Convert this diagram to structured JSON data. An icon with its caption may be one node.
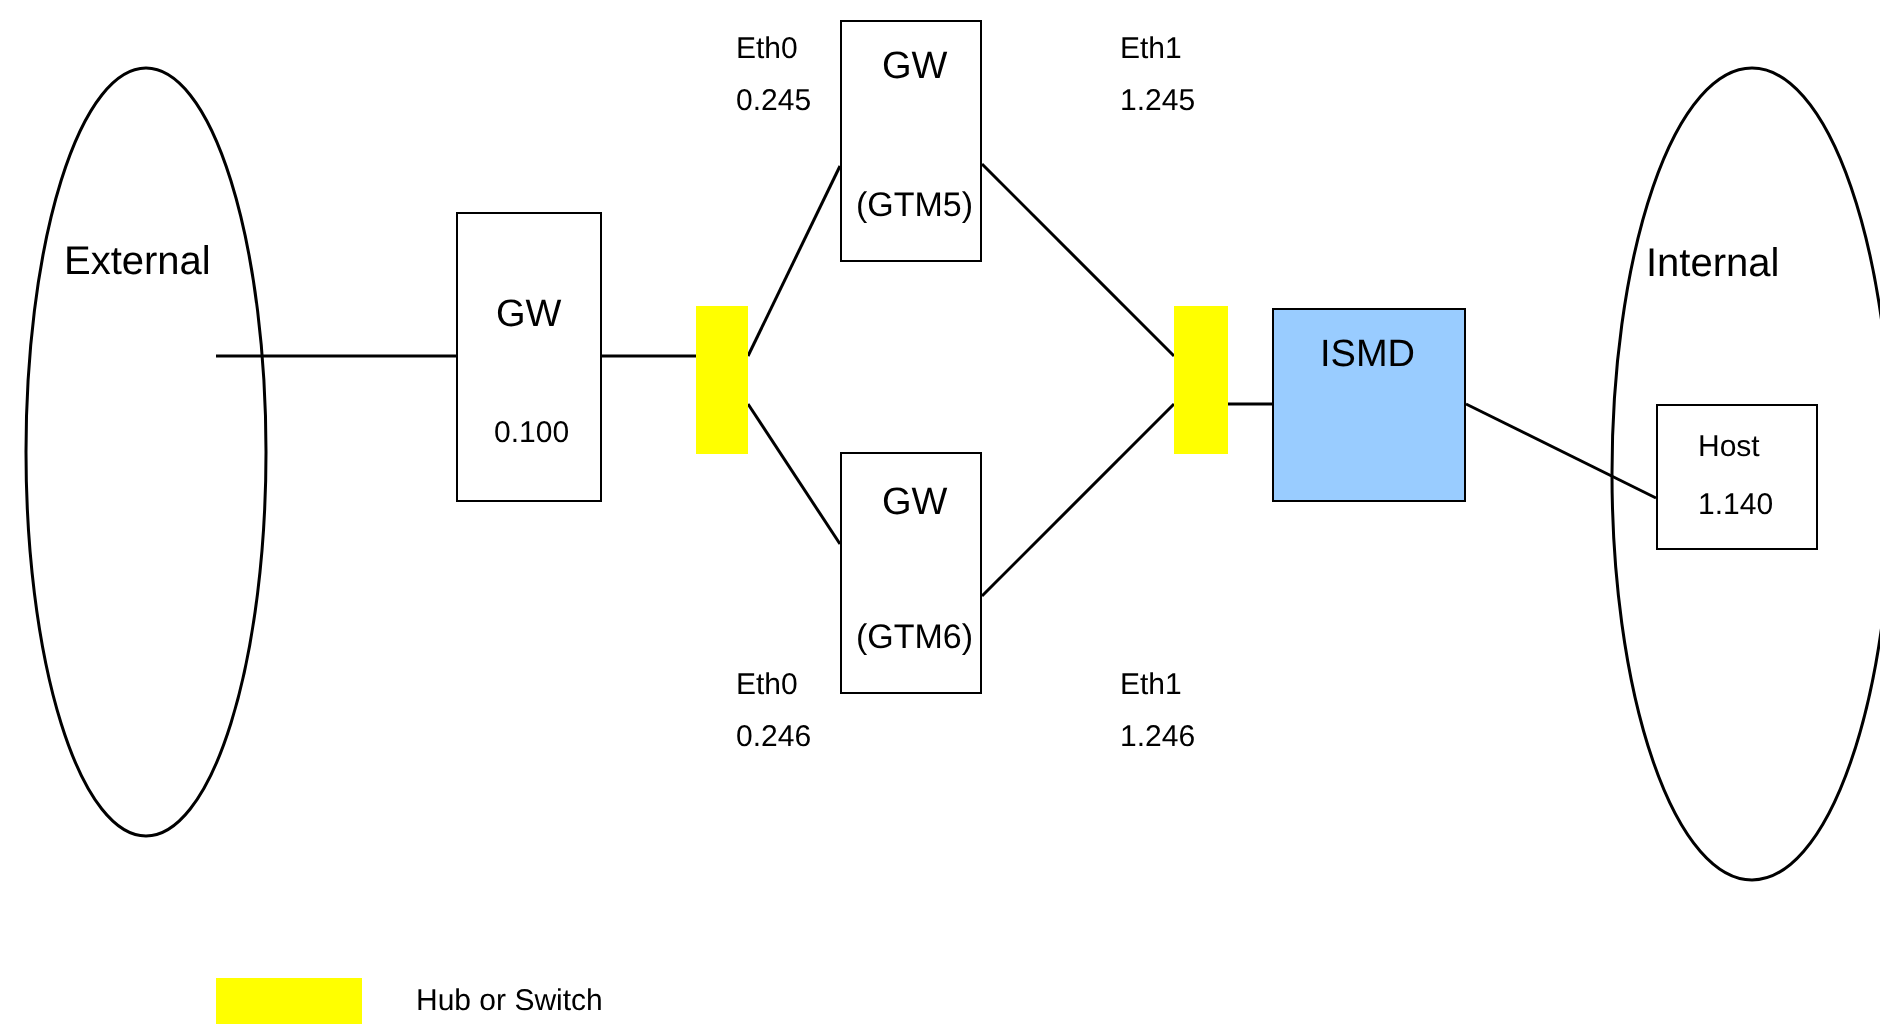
{
  "diagram": {
    "nodes": [
      {
        "text": [
          "External"
        ]
      },
      {
        "text": [
          "GW",
          "0.100"
        ]
      },
      {
        "text": [],
        "shape": "bar"
      },
      {
        "text": [
          "GW",
          "(GTM5)"
        ],
        "beside": [
          "Eth0 0.245"
        ]
      },
      {
        "text": [
          "GW",
          "(GTM6)"
        ],
        "beside": [
          "Eth0 0.246"
        ]
      },
      {
        "text": [],
        "shape": "bar"
      },
      {
        "text": [
          "ISMD"
        ]
      },
      {
        "text": [
          "Internal"
        ]
      },
      {
        "text": [
          "Host",
          "1.140"
        ],
        "in": 7
      }
    ],
    "edges": [
      {
        "from": 0,
        "to": 1,
        "arrow": "none"
      },
      {
        "from": 1,
        "to": 2,
        "arrow": "none"
      },
      {
        "from": 2,
        "to": 3,
        "arrow": "none"
      },
      {
        "from": 2,
        "to": 4,
        "arrow": "none"
      },
      {
        "from": 3,
        "to": 5,
        "arrow": "none"
      },
      {
        "from": 4,
        "to": 5,
        "arrow": "none"
      },
      {
        "from": 5,
        "to": 6,
        "arrow": "none"
      },
      {
        "from": 6,
        "to": 8,
        "arrow": "none"
      }
    ],
    "labels": [
      "Eth1 1.245",
      "Eth1 1.246"
    ],
    "legend": [
      {
        "text": "Hub or Switch",
        "color": "#ffff00"
      }
    ]
  }
}
